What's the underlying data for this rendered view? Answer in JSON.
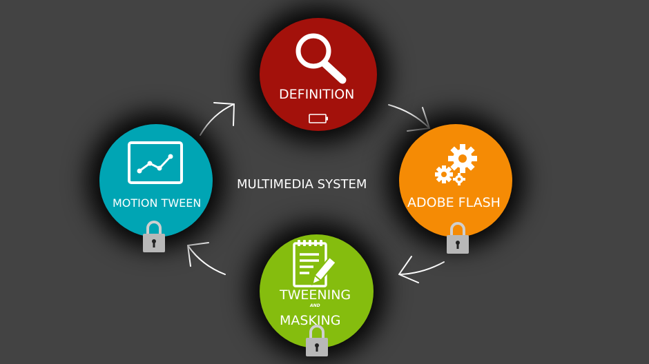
{
  "center_title": "MULTIMEDIA SYSTEM",
  "nodes": {
    "definition": {
      "label": "DEFINITION",
      "color": "#a3110b",
      "icon": "search-icon",
      "badge_icon": "battery-icon"
    },
    "adobe_flash": {
      "label": "ADOBE FLASH",
      "color": "#f58b05",
      "icon": "gears-icon",
      "badge_icon": "lock-icon"
    },
    "tweening": {
      "label_line1": "TWEENING",
      "label_and": "AND",
      "label_line2": "MASKING",
      "color": "#85bd0e",
      "icon": "notepad-pencil-icon",
      "badge_icon": "lock-icon"
    },
    "motion_tween": {
      "label": "MOTION TWEEN",
      "color": "#00a5b4",
      "icon": "line-chart-icon",
      "badge_icon": "lock-icon"
    }
  },
  "background_color": "#434343"
}
